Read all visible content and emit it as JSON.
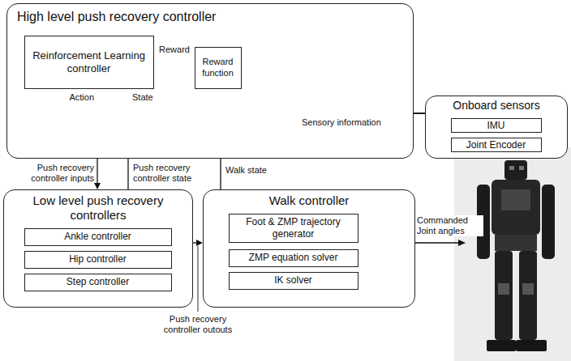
{
  "diagram": {
    "nodes": [
      {
        "text": [
          "High level push recovery controller"
        ]
      },
      {
        "text": [
          "Reinforcement Learning controller"
        ],
        "in": 0
      },
      {
        "text": [
          "Reward function"
        ],
        "in": 0
      },
      {
        "text": [
          "Onboard sensors"
        ]
      },
      {
        "text": [
          "IMU"
        ],
        "in": 3
      },
      {
        "text": [
          "Joint Encoder"
        ],
        "in": 3
      },
      {
        "text": [
          "Low level push recovery controllers"
        ]
      },
      {
        "text": [
          "Ankle controller"
        ],
        "in": 6
      },
      {
        "text": [
          "Hip controller"
        ],
        "in": 6
      },
      {
        "text": [
          "Step controller"
        ],
        "in": 6
      },
      {
        "text": [
          "Walk controller"
        ]
      },
      {
        "text": [
          "Foot & ZMP trajectory generator"
        ],
        "in": 10
      },
      {
        "text": [
          "ZMP equation solver"
        ],
        "in": 10
      },
      {
        "text": [
          "IK solver"
        ],
        "in": 10
      }
    ],
    "edges": [
      {
        "from": 2,
        "to": 1,
        "label": "Reward",
        "arrow": "to"
      },
      {
        "from": 1,
        "to": 6,
        "label": "Action",
        "arrow": "to"
      },
      {
        "from": 6,
        "to": 1,
        "label": "State",
        "arrow": "to"
      },
      {
        "from": 10,
        "to": 1,
        "label": "Walk state",
        "arrow": "to"
      },
      {
        "from": 3,
        "to": 2,
        "label": "Sensory information",
        "arrow": "to"
      },
      {
        "from": 3,
        "to": 1,
        "arrow": "to"
      },
      {
        "from": 6,
        "to": 10,
        "label": "Push recovery controller outouts",
        "arrow": "to"
      }
    ],
    "labels": [
      "Push recovery controller inputs",
      "Push recovery controller state",
      "Commanded Joint angles"
    ]
  }
}
